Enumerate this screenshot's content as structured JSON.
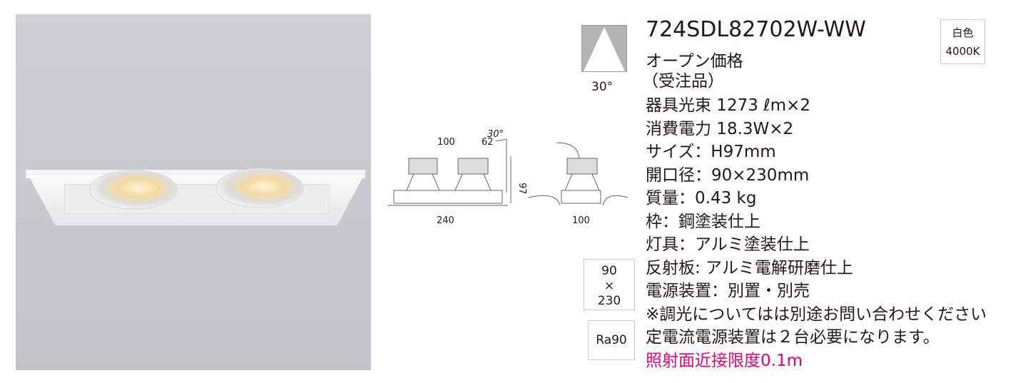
{
  "product": {
    "model": "724SDL82702W-WW",
    "price": "オープン価格",
    "order": "（受注品）"
  },
  "beam": {
    "angle_label": "30°"
  },
  "color_badge": {
    "color": "白色",
    "temp": "4000K"
  },
  "specs": [
    "器具光束 1273 ℓm×2",
    "消費電力 18.3W×2",
    "サイズ：H97mm",
    "開口径：90×230mm",
    "質量：0.43 kg",
    "枠：鋼塗装仕上",
    "灯具：アルミ塗装仕上",
    "反射板: アルミ電解研磨仕上",
    "電源装置：別置・別売",
    "※調光についてはは別途お問い合わせください",
    "定電流電源装置は２台必要になります。"
  ],
  "warning": "照射面近接限度0.1m",
  "warning_color": "#e4007f",
  "cutout": {
    "w": "90",
    "x": "×",
    "h": "230"
  },
  "ra": "Ra90",
  "dims": {
    "d100": "100",
    "d62": "62",
    "angle": "30°",
    "d97": "97",
    "d240": "240",
    "side100": "100"
  }
}
